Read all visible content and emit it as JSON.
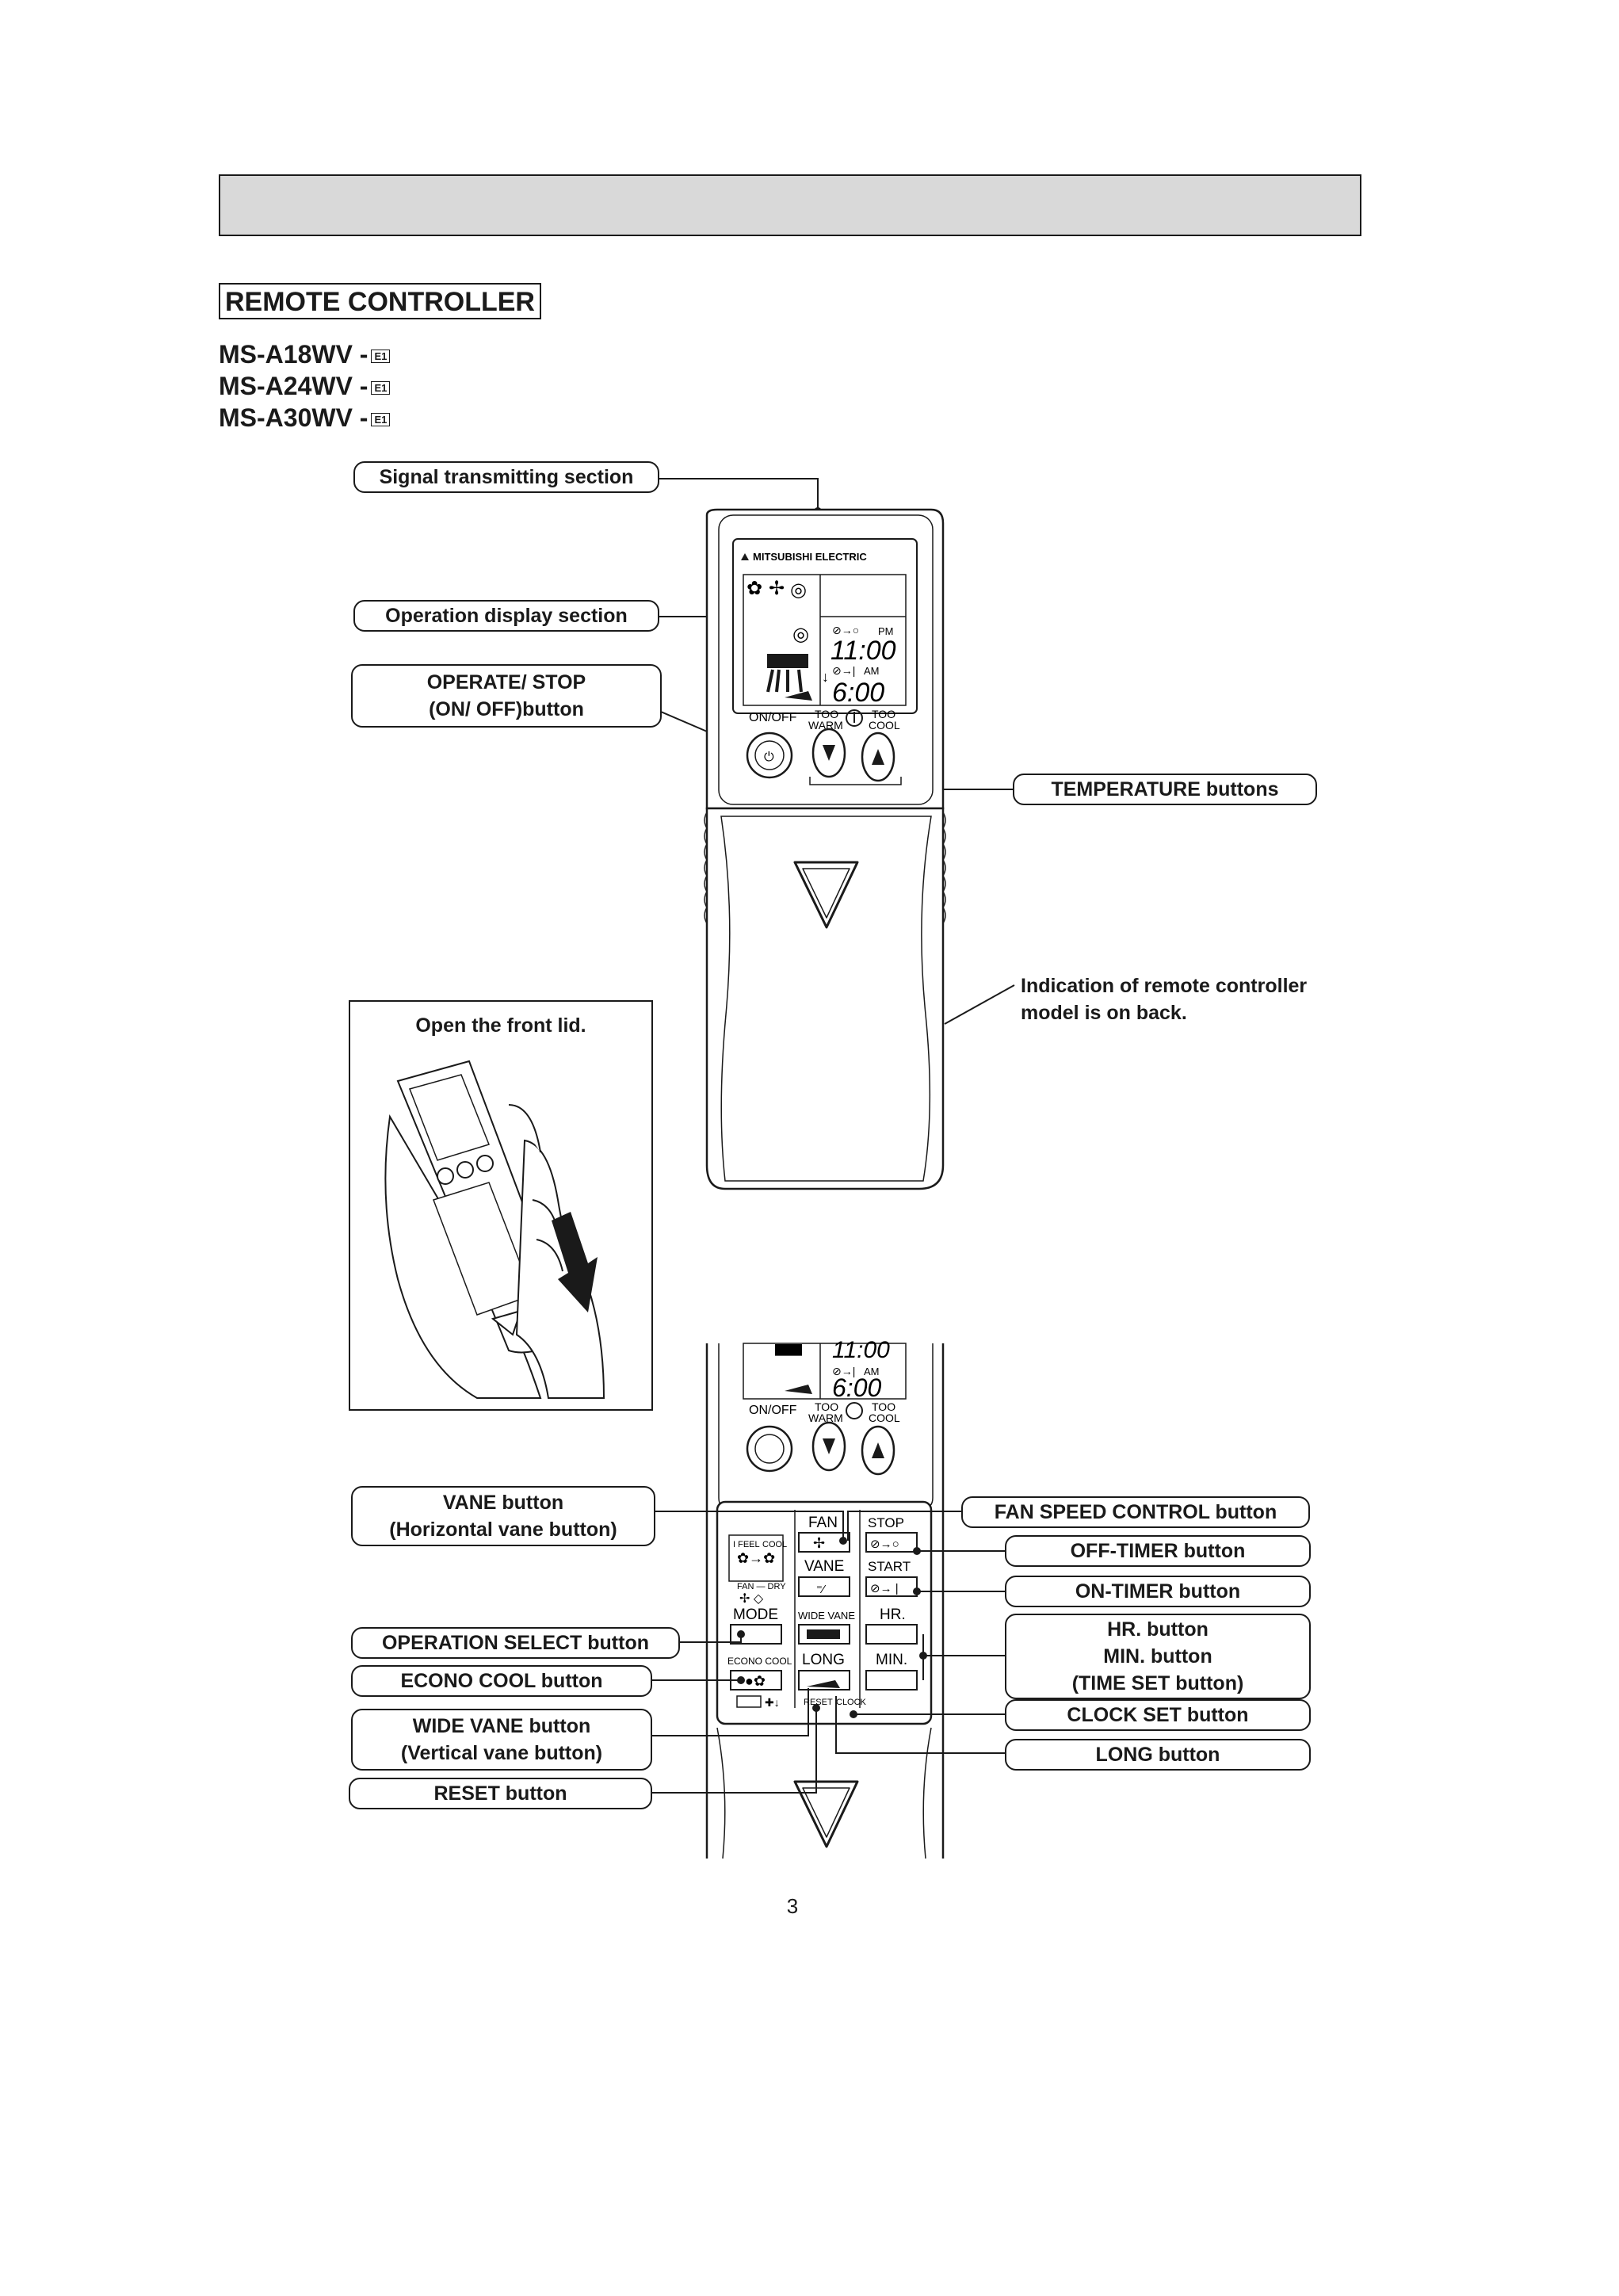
{
  "page": {
    "section_title": "REMOTE CONTROLLER",
    "models": [
      {
        "name": "MS-A18WV -",
        "badge": "E1"
      },
      {
        "name": "MS-A24WV -",
        "badge": "E1"
      },
      {
        "name": "MS-A30WV -",
        "badge": "E1"
      }
    ],
    "page_number": "3"
  },
  "top_callouts": {
    "signal": "Signal transmitting section",
    "display": "Operation display section",
    "operate_line1": "OPERATE/ STOP",
    "operate_line2": "(ON/ OFF)button",
    "temperature": "TEMPERATURE buttons",
    "indication_line1": "Indication of remote controller",
    "indication_line2": "model is on back."
  },
  "lid_panel": {
    "title": "Open the front lid."
  },
  "remote_face": {
    "brand": "MITSUBISHI ELECTRIC",
    "pm": "PM",
    "am": "AM",
    "time1": "11:00",
    "time2": "6:00",
    "on_off": "ON/OFF",
    "too_warm": "TOO\nWARM",
    "too_cool": "TOO\nCOOL"
  },
  "inner_panel": {
    "fan": "FAN",
    "stop": "STOP",
    "vane": "VANE",
    "start": "START",
    "i_feel": "I FEEL",
    "cool": "COOL",
    "fan_dry": "FAN — DRY",
    "mode": "MODE",
    "wide_vane": "WIDE VANE",
    "hr": "HR.",
    "econo_cool": "ECONO COOL",
    "long": "LONG",
    "min": "MIN.",
    "reset": "RESET",
    "clock": "CLOCK"
  },
  "bottom_callouts": {
    "vane_line1": "VANE button",
    "vane_line2": "(Horizontal vane button)",
    "fan_speed": "FAN SPEED CONTROL button",
    "off_timer": "OFF-TIMER button",
    "on_timer": "ON-TIMER button",
    "operation_select": "OPERATION SELECT button",
    "hr_line1": "HR. button",
    "hr_line2": "MIN. button",
    "hr_line3": "(TIME SET button)",
    "econo_cool": "ECONO COOL button",
    "clock_set": "CLOCK SET button",
    "wide_vane_line1": "WIDE VANE button",
    "wide_vane_line2": "(Vertical vane button)",
    "long": "LONG button",
    "reset": "RESET button"
  }
}
